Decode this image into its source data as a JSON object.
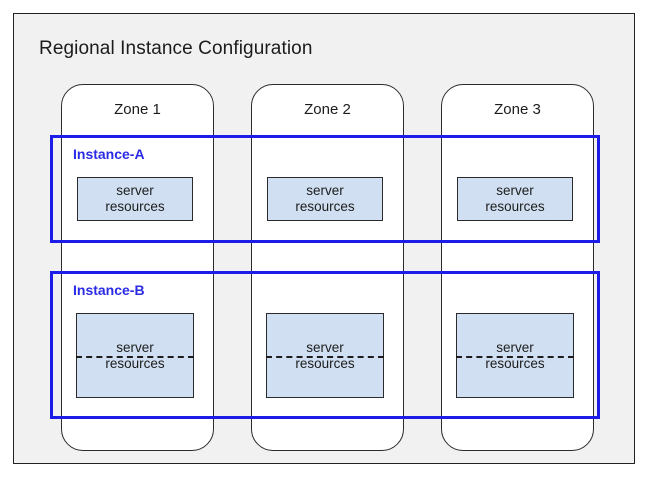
{
  "diagram": {
    "type": "architecture-diagram",
    "title": "Regional Instance Configuration",
    "background_color": "#f1f1f1",
    "page_color": "#ffffff",
    "border_color": "#222222",
    "accent_color": "#2b2be6",
    "resource_fill_color": "#d0e0f2"
  },
  "zones": [
    {
      "label": "Zone 1"
    },
    {
      "label": "Zone 2"
    },
    {
      "label": "Zone 3"
    }
  ],
  "instances": [
    {
      "label": "Instance-A",
      "color": "#2b2be6",
      "split": false,
      "resources": [
        {
          "line1": "server",
          "line2": "resources"
        },
        {
          "line1": "server",
          "line2": "resources"
        },
        {
          "line1": "server",
          "line2": "resources"
        }
      ]
    },
    {
      "label": "Instance-B",
      "color": "#2b2be6",
      "split": true,
      "resources": [
        {
          "line1": "server",
          "line2": "resources"
        },
        {
          "line1": "server",
          "line2": "resources"
        },
        {
          "line1": "server",
          "line2": "resources"
        }
      ]
    }
  ]
}
